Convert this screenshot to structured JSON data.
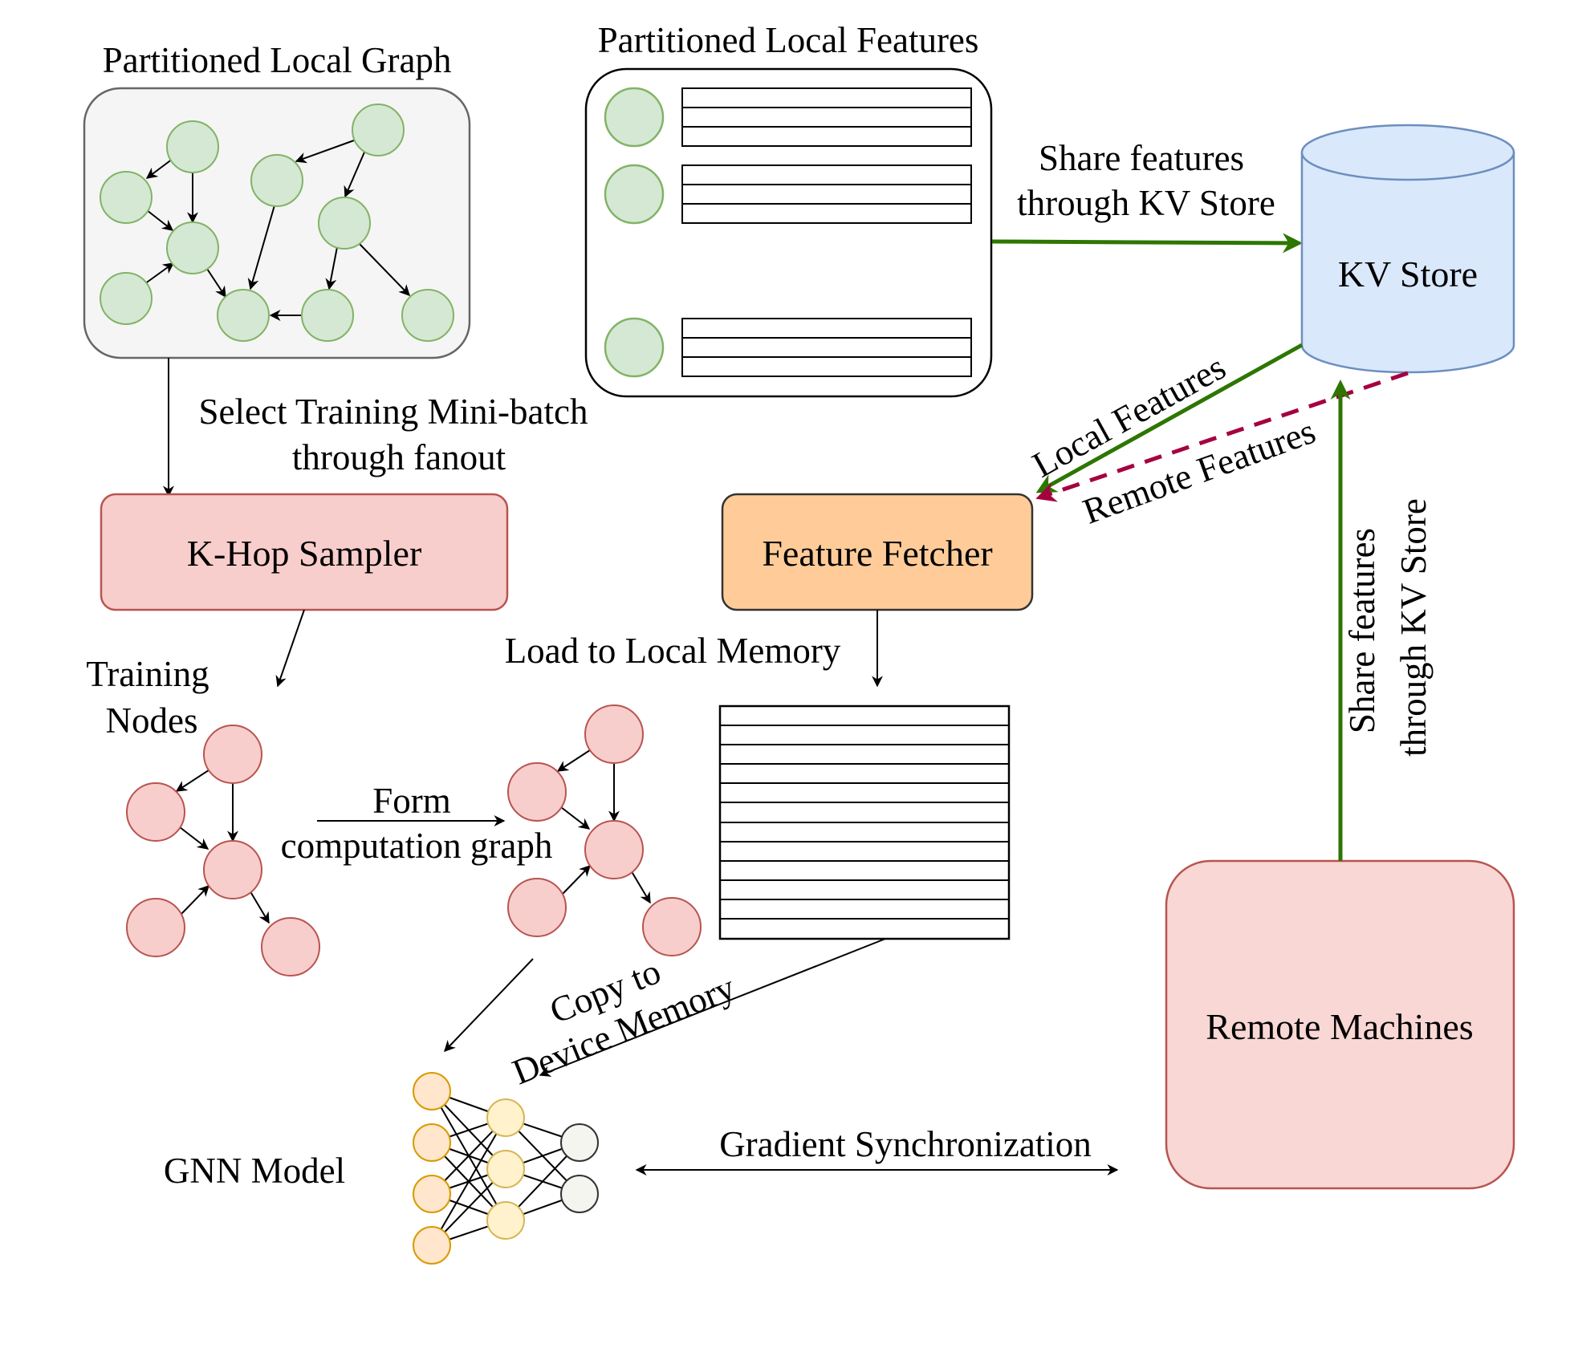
{
  "labels": {
    "partitioned_local_graph": "Partitioned Local Graph",
    "partitioned_local_features": "Partitioned Local Features",
    "share_features_line1": "Share features",
    "share_features_line2": "through KV Store",
    "kv_store": "KV Store",
    "select_minibatch_line1": "Select Training Mini-batch",
    "select_minibatch_line2": "through fanout",
    "local_features": "Local Features",
    "remote_features": "Remote Features",
    "k_hop_sampler": "K-Hop Sampler",
    "feature_fetcher": "Feature Fetcher",
    "load_to_local_memory": "Load to Local Memory",
    "training_nodes_line1": "Training",
    "training_nodes_line2": "Nodes",
    "form_line1": "Form",
    "form_line2": "computation graph",
    "copy_to_line1": "Copy to",
    "copy_to_line2": "Device Memory",
    "gnn_model": "GNN Model",
    "gradient_sync": "Gradient Synchronization",
    "remote_machines": "Remote Machines",
    "remote_share_line1": "Share features",
    "remote_share_line2": "through KV Store"
  },
  "colors": {
    "graph_node_fill": "#d5e8d4",
    "graph_node_stroke": "#82b366",
    "sample_node_fill": "#f8cecc",
    "sample_node_stroke": "#b85450",
    "kv_fill": "#dae8fc",
    "kv_stroke": "#6c8ebf",
    "fetcher_fill": "#ffcc99",
    "green_arrow": "#2d7600",
    "remote_dashed": "#a50040",
    "gnn_input_fill": "#ffe6cc",
    "gnn_input_stroke": "#d79b00",
    "gnn_hidden_fill": "#fff2cc",
    "gnn_hidden_stroke": "#d6b656",
    "gnn_output_fill": "#f5f5f0",
    "local_graph_bg": "#f5f5f5"
  }
}
